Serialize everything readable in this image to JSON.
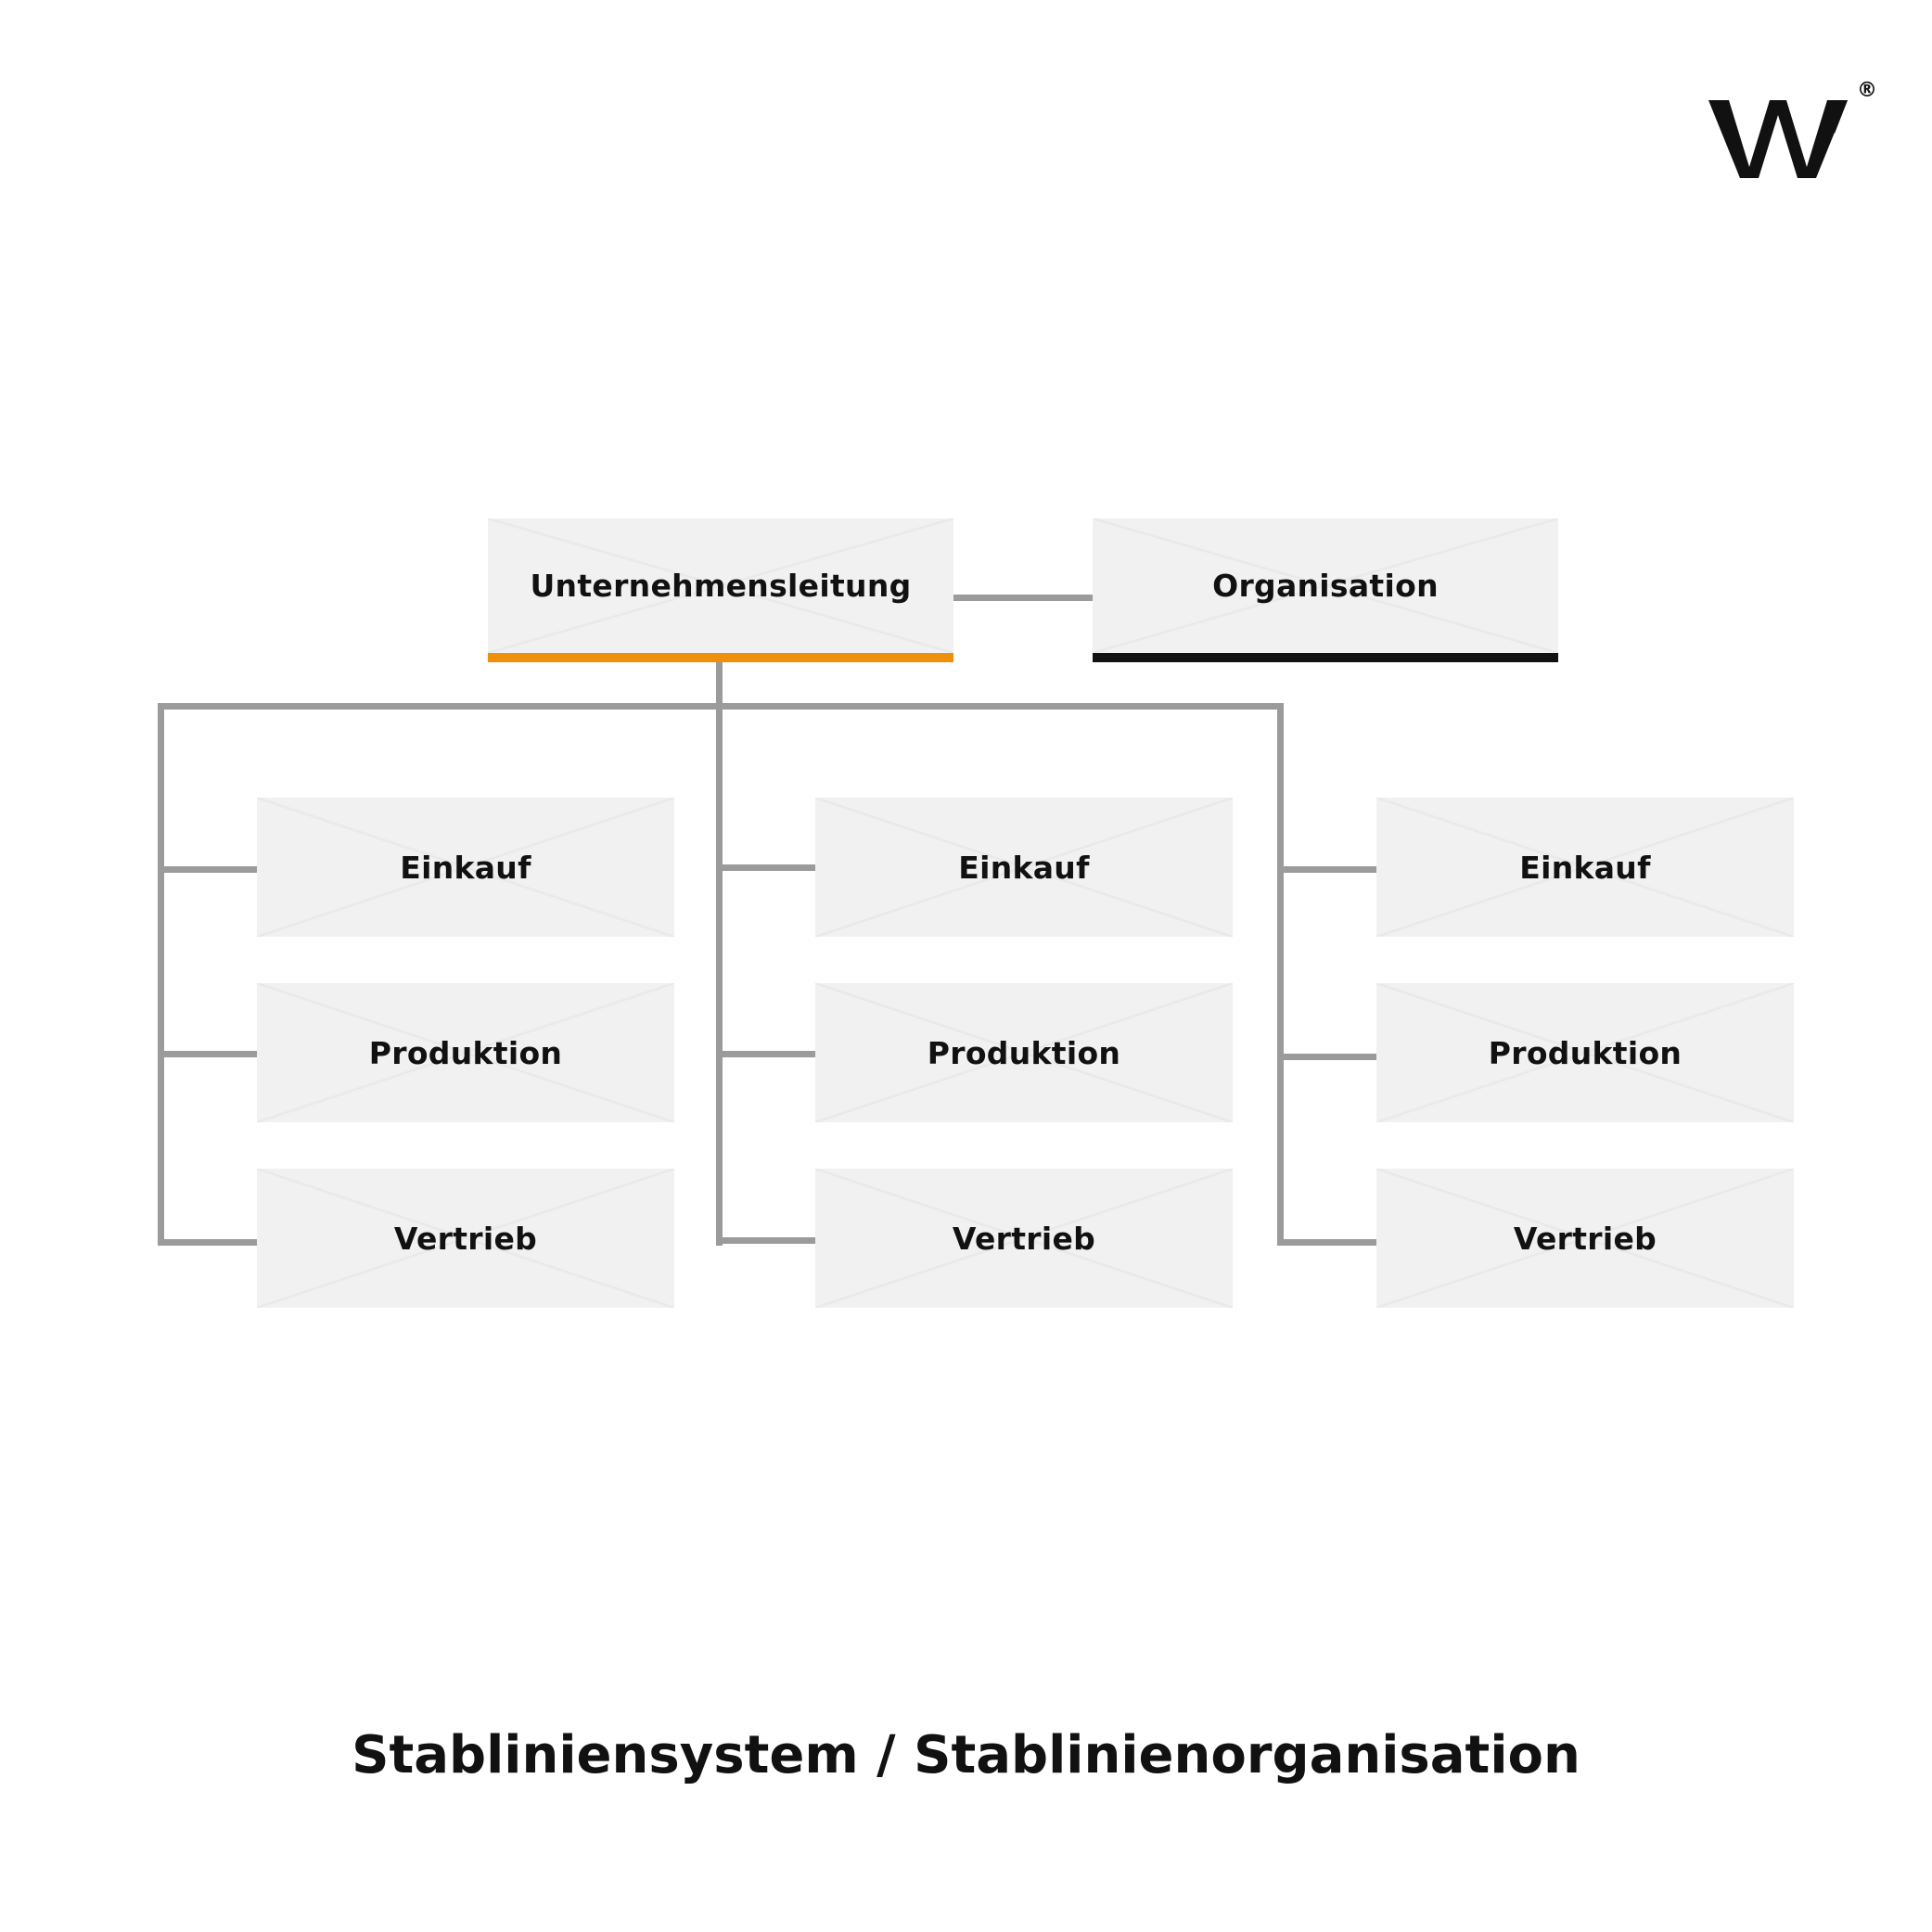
{
  "diagram": {
    "top": {
      "head": {
        "label": "Unternehmensleitung",
        "accent_color": "#f0900a"
      },
      "staff": {
        "label": "Organisation",
        "accent_color": "#111111"
      }
    },
    "columns": [
      {
        "items": [
          {
            "label": "Einkauf"
          },
          {
            "label": "Produktion"
          },
          {
            "label": "Vertrieb"
          }
        ]
      },
      {
        "items": [
          {
            "label": "Einkauf"
          },
          {
            "label": "Produktion"
          },
          {
            "label": "Vertrieb"
          }
        ]
      },
      {
        "items": [
          {
            "label": "Einkauf"
          },
          {
            "label": "Produktion"
          },
          {
            "label": "Vertrieb"
          }
        ]
      }
    ],
    "connector_color": "#9b9b9b"
  },
  "caption": "Stabliniensystem / Stablinienorganisation",
  "logo": {
    "icon": "w-logo-icon",
    "mark": "®"
  }
}
